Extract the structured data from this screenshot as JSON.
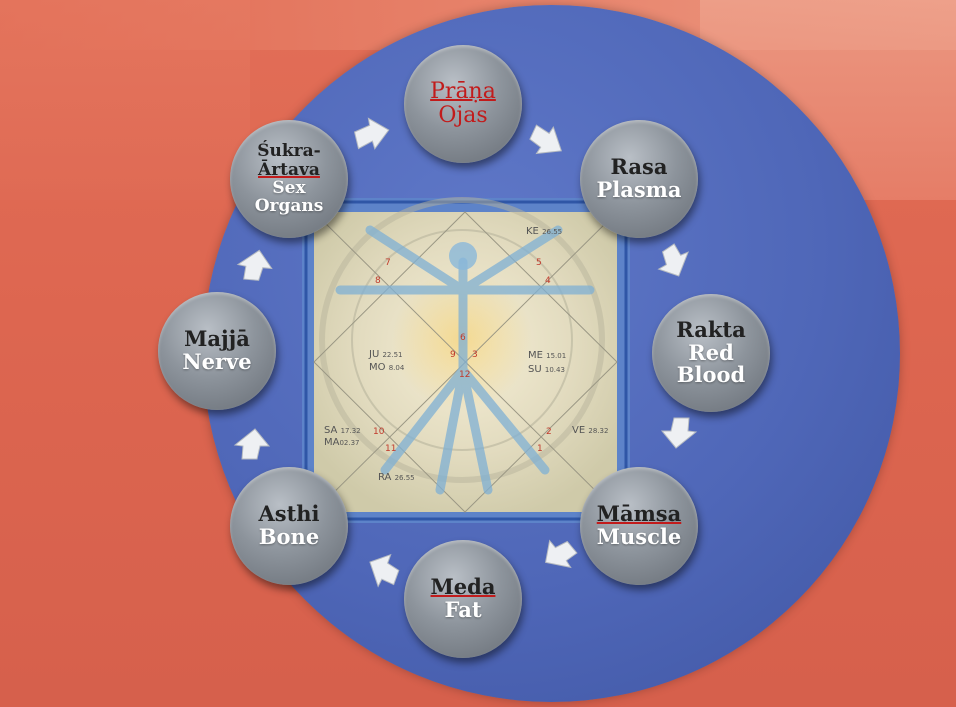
{
  "colors": {
    "background": "#dd6650",
    "disk": "#4f67b8",
    "node": "#8d949c",
    "accent_red": "#c21b1b"
  },
  "cycle": {
    "prana": {
      "line1": "Prāṇa",
      "line2": "Ojas"
    },
    "rasa": {
      "line1": "Rasa",
      "line2": "Plasma"
    },
    "rakta": {
      "line1": "Rakta",
      "line2": "Red",
      "line3": "Blood"
    },
    "mamsa": {
      "line1": "Māmsa",
      "line2": "Muscle"
    },
    "meda": {
      "line1": "Meda",
      "line2": "Fat"
    },
    "asthi": {
      "line1": "Asthi",
      "line2": "Bone"
    },
    "majja": {
      "line1": "Majjā",
      "line2": "Nerve"
    },
    "sukra": {
      "line1": "Śukra-",
      "line2": "Ārtava",
      "line3": "Sex",
      "line4": "Organs"
    }
  },
  "arrows": [
    "arrow-icon",
    "arrow-icon",
    "arrow-icon",
    "arrow-icon",
    "arrow-icon",
    "arrow-icon",
    "arrow-icon",
    "arrow-icon"
  ],
  "birth_chart": {
    "planets": [
      {
        "abbr": "KE",
        "deg": "26.55"
      },
      {
        "abbr": "JU",
        "deg": "22.51"
      },
      {
        "abbr": "MO",
        "deg": "8.04"
      },
      {
        "abbr": "ME",
        "deg": "15.01"
      },
      {
        "abbr": "SU",
        "deg": "10.43"
      },
      {
        "abbr": "SA",
        "deg": "17.32"
      },
      {
        "abbr": "MA",
        "deg": "02.37"
      },
      {
        "abbr": "VE",
        "deg": "28.32"
      },
      {
        "abbr": "RA",
        "deg": "26.55"
      }
    ],
    "houses": [
      "7",
      "8",
      "5",
      "4",
      "6",
      "9",
      "3",
      "12",
      "10",
      "11",
      "2",
      "1"
    ]
  }
}
